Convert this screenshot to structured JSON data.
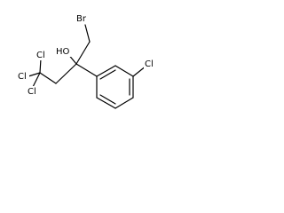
{
  "molecule": {
    "atoms": {
      "br": "Br",
      "oh": "HO",
      "cl_top": "Cl",
      "cl_mid": "Cl",
      "cl_bottom": "Cl",
      "cl_ring": "Cl"
    }
  }
}
